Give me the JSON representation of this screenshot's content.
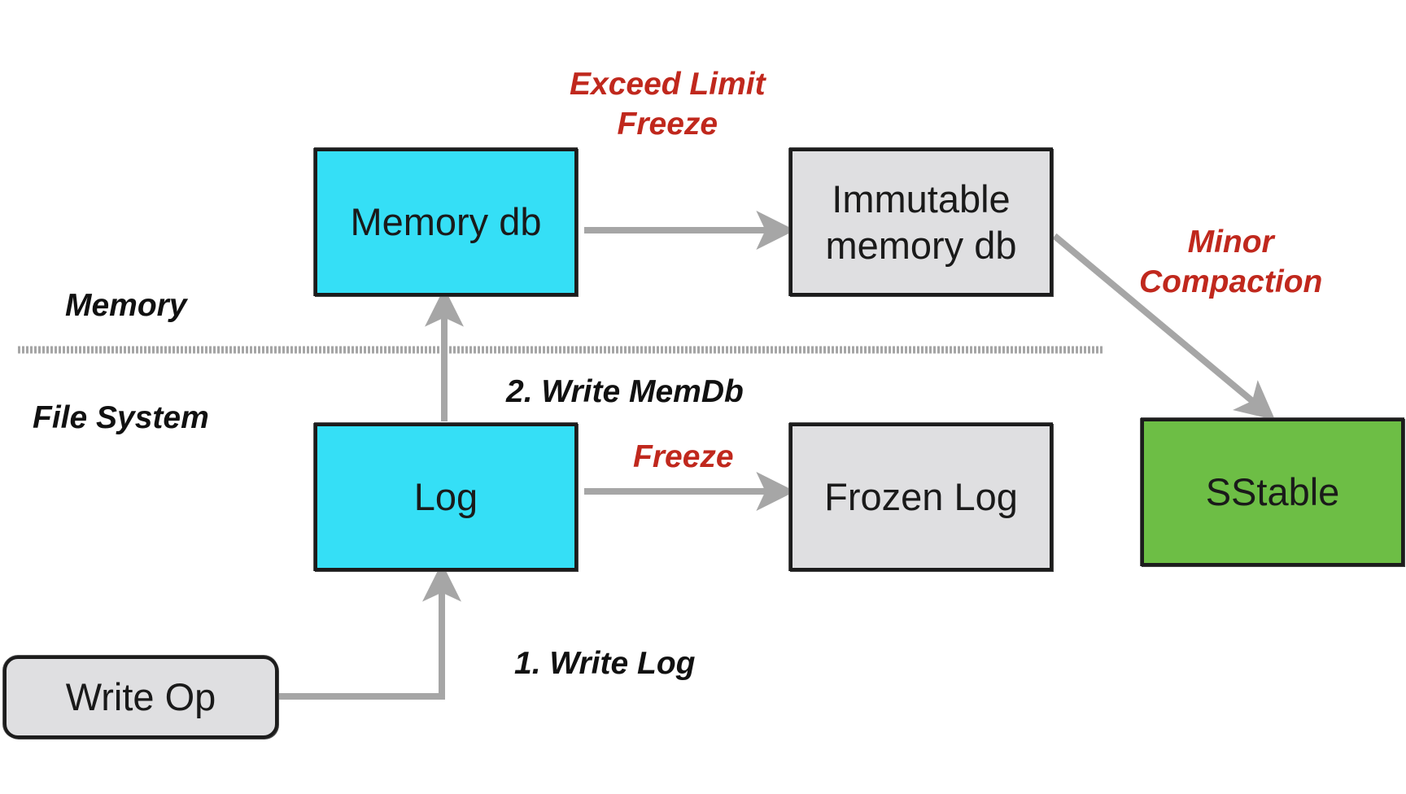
{
  "colors": {
    "cyan_box": "#35dff6",
    "gray_box": "#dfdfe1",
    "green_box": "#6dbe45",
    "arrow": "#a6a6a6",
    "red_label": "#c0281d",
    "black_label": "#111111"
  },
  "zones": {
    "memory": "Memory",
    "file_system": "File System"
  },
  "nodes": {
    "memory_db": "Memory db",
    "immutable_memory_db": "Immutable\nmemory db",
    "log": "Log",
    "frozen_log": "Frozen Log",
    "sstable": "SStable",
    "write_op": "Write Op"
  },
  "edge_labels": {
    "exceed_limit_freeze": "Exceed Limit\nFreeze",
    "minor_compaction": "Minor\nCompaction",
    "write_memdb": "2. Write MemDb",
    "freeze": "Freeze",
    "write_log": "1. Write Log"
  }
}
